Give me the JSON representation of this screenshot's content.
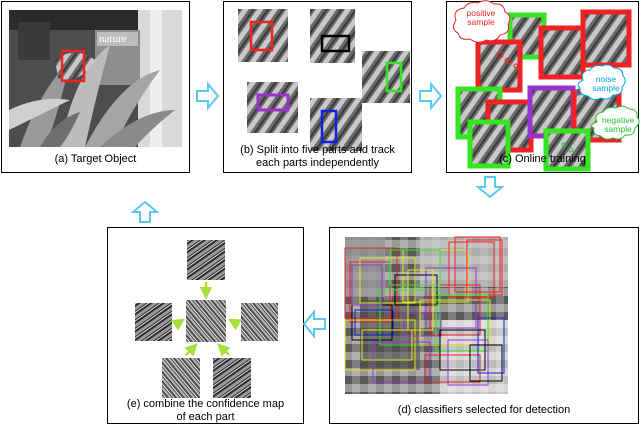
{
  "panels": {
    "a": {
      "caption": "(a) Target Object"
    },
    "b": {
      "caption_line1": "(b) Split into five parts and track",
      "caption_line2": "each parts independently"
    },
    "c": {
      "caption": "(c) Online training"
    },
    "d": {
      "caption": "(d) classifiers selected for detection"
    },
    "e": {
      "caption_line1": "(e) combine the confidence map",
      "caption_line2": "of each part"
    }
  },
  "photo_text": {
    "magazine": "nature"
  },
  "clouds": {
    "positive": {
      "line1": "positive",
      "line2": "sample",
      "color": "#e8232b"
    },
    "noise": {
      "line1": "noise",
      "line2": "sample",
      "color": "#00a2e8"
    },
    "negative": {
      "line1": "negative",
      "line2": "sample",
      "color": "#22c22e"
    }
  },
  "colors": {
    "arrow": "#5bc8ee",
    "red": "#ee2222",
    "green": "#33e61f",
    "purple": "#9933cc",
    "blue": "#1122dd",
    "black": "#000000",
    "yellow": "#e8e820",
    "arrow_e": "#a6e03b"
  }
}
